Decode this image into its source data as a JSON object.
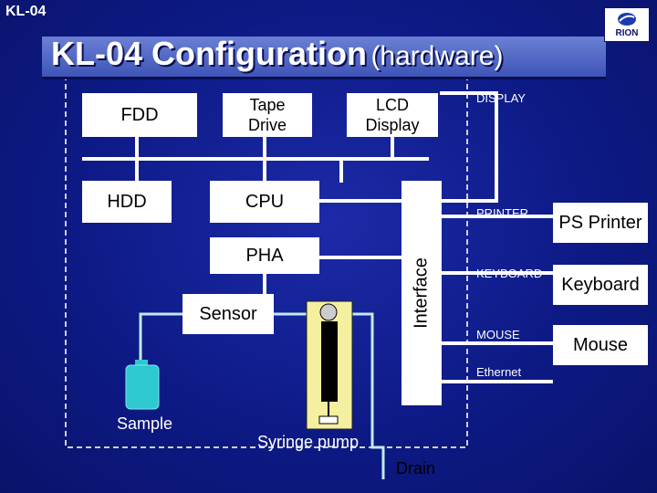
{
  "header": {
    "corner": "KL-04",
    "title_main": "KL-04 Configuration",
    "title_sub": "(hardware)",
    "logo_text": "RION"
  },
  "blocks": {
    "fdd": "FDD",
    "tape": "Tape\nDrive",
    "lcd": "LCD\nDisplay",
    "hdd": "HDD",
    "cpu": "CPU",
    "pha": "PHA",
    "sensor": "Sensor",
    "interface": "Interface",
    "ps_printer": "PS Printer",
    "keyboard": "Keyboard",
    "mouse": "Mouse"
  },
  "ports": {
    "display": "DISPLAY",
    "printer": "PRINTER",
    "keyboard": "KEYBOARD",
    "mouse": "MOUSE",
    "ethernet": "Ethernet"
  },
  "labels": {
    "sample": "Sample",
    "syringe": "Syringe pump",
    "drain": "Drain"
  },
  "colors": {
    "background": "#0d1a86",
    "box": "#ffffff",
    "connector": "#ffffff",
    "fluid_line": "#bfeaf0",
    "pump_body": "#f5f0a0",
    "sample_bottle": "#2ec8d0",
    "enclosure_dash": "#d0d0d0"
  }
}
